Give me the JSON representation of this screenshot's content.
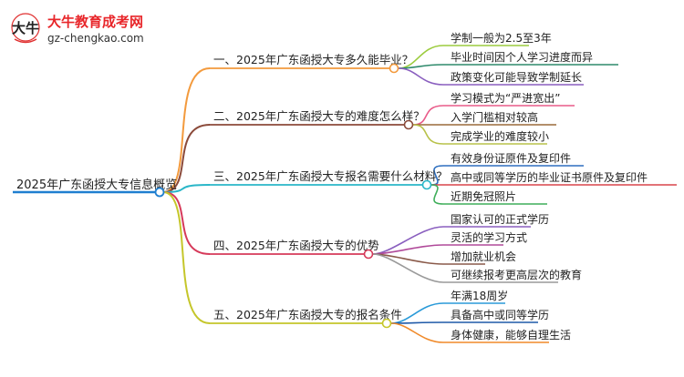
{
  "logo": {
    "brand": "大牛教育成考网",
    "site": "gz-chengkao.com",
    "mark_text": "大牛"
  },
  "root": {
    "label": "2025年广东函授大专信息概览",
    "color": "#1f7fd0"
  },
  "branches": [
    {
      "id": "b1",
      "label": "一、2025年广东函授大专多久能毕业？",
      "color": "#f39a3d",
      "leaves": [
        {
          "label": "学制一般为2.5至3年",
          "color": "#9ccc3e"
        },
        {
          "label": "毕业时间因个人学习进度而异",
          "color": "#2e8a6b"
        },
        {
          "label": "政策变化可能导致学制延长",
          "color": "#8a5fbf"
        }
      ]
    },
    {
      "id": "b2",
      "label": "二、2025年广东函授大专的难度怎么样？",
      "color": "#8b4a3a",
      "leaves": [
        {
          "label": "学习模式为“严进宽出”",
          "color": "#e95c8a"
        },
        {
          "label": "入学门槛相对较高",
          "color": "#9a6a3a"
        },
        {
          "label": "完成学业的难度较小",
          "color": "#b8c24a"
        }
      ]
    },
    {
      "id": "b3",
      "label": "三、2025年广东函授大专报名需要什么材料？",
      "color": "#29b6c8",
      "leaves": [
        {
          "label": "有效身份证原件及复印件",
          "color": "#2e6fbf"
        },
        {
          "label": "高中或同等学历的毕业证书原件及复印件",
          "color": "#d9444a"
        },
        {
          "label": "近期免冠照片",
          "color": "#3fae5a"
        }
      ]
    },
    {
      "id": "b4",
      "label": "四、2025年广东函授大专的优势",
      "color": "#d63a5a",
      "leaves": [
        {
          "label": "国家认可的正式学历",
          "color": "#8a5fbf"
        },
        {
          "label": "灵活的学习方式",
          "color": "#b04a9a"
        },
        {
          "label": "增加就业机会",
          "color": "#8a5a4a"
        },
        {
          "label": "可继续报考更高层次的教育",
          "color": "#9a9a9a"
        }
      ]
    },
    {
      "id": "b5",
      "label": "五、2025年广东函授大专的报名条件",
      "color": "#c5c62a",
      "leaves": [
        {
          "label": "年满18周岁",
          "color": "#2a9ad8"
        },
        {
          "label": "具备高中或同等学历",
          "color": "#1f5aa8"
        },
        {
          "label": "身体健康，能够自理生活",
          "color": "#f08a2a"
        }
      ]
    }
  ]
}
